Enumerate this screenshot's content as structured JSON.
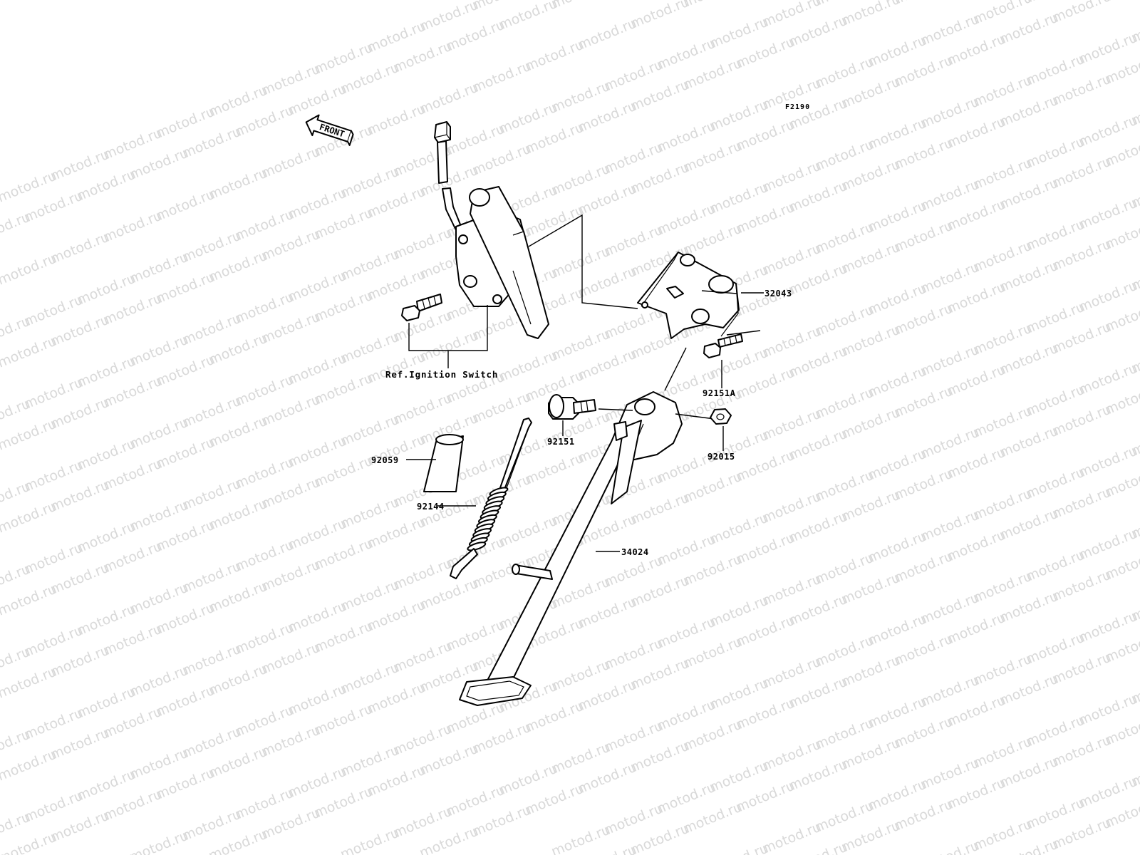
{
  "watermark": {
    "text": "motod.ru"
  },
  "diagram": {
    "code": "F2190",
    "front_label": "FRONT",
    "reference_note": "Ref.Ignition Switch"
  },
  "parts": [
    {
      "id": "p32043",
      "number": "32043"
    },
    {
      "id": "p92151A",
      "number": "92151A"
    },
    {
      "id": "p92151",
      "number": "92151"
    },
    {
      "id": "p92015",
      "number": "92015"
    },
    {
      "id": "p92059",
      "number": "92059"
    },
    {
      "id": "p92144",
      "number": "92144"
    },
    {
      "id": "p34024",
      "number": "34024"
    }
  ]
}
